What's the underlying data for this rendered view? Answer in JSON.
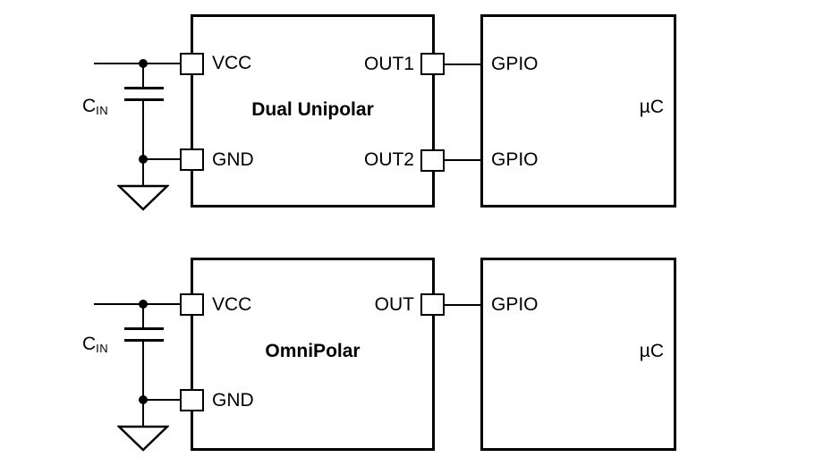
{
  "page": {
    "background_color": "#ffffff",
    "line_color": "#000000"
  },
  "circuits": [
    {
      "device": {
        "title": "Dual Unipolar",
        "left_pins": [
          {
            "label": "VCC"
          },
          {
            "label": "GND"
          }
        ],
        "right_pins": [
          {
            "label": "OUT1"
          },
          {
            "label": "OUT2"
          }
        ]
      },
      "mcu": {
        "title": "µC",
        "pins": [
          {
            "label": "GPIO"
          },
          {
            "label": "GPIO"
          }
        ]
      },
      "capacitor": {
        "label_base": "C",
        "label_sub": "IN"
      }
    },
    {
      "device": {
        "title": "OmniPolar",
        "left_pins": [
          {
            "label": "VCC"
          },
          {
            "label": "GND"
          }
        ],
        "right_pins": [
          {
            "label": "OUT"
          }
        ]
      },
      "mcu": {
        "title": "µC",
        "pins": [
          {
            "label": "GPIO"
          }
        ]
      },
      "capacitor": {
        "label_base": "C",
        "label_sub": "IN"
      }
    }
  ]
}
